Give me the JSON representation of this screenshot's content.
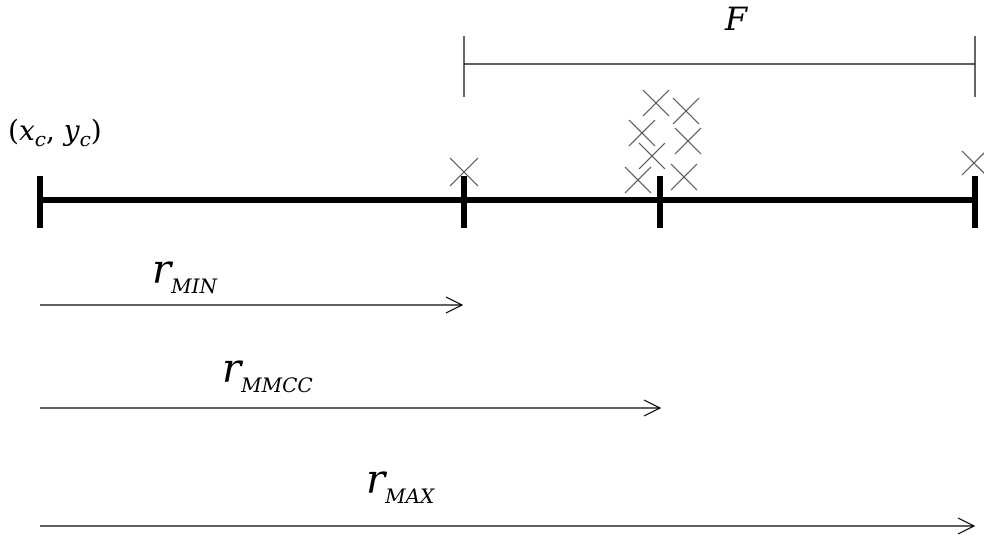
{
  "diagram": {
    "center_label": {
      "open": "(",
      "x": "x",
      "x_sub": "c",
      "comma": ", ",
      "y": "y",
      "y_sub": "c",
      "close": ")"
    },
    "span_label": "F",
    "radii": [
      {
        "symbol": "r",
        "subscript": "MIN"
      },
      {
        "symbol": "r",
        "subscript": "MMCC"
      },
      {
        "symbol": "r",
        "subscript": "MAX"
      }
    ],
    "colors": {
      "stroke": "#000000",
      "marker": "#555555",
      "background": "#ffffff"
    },
    "icons": [
      "cross-marker-icon",
      "arrowhead-icon"
    ]
  }
}
